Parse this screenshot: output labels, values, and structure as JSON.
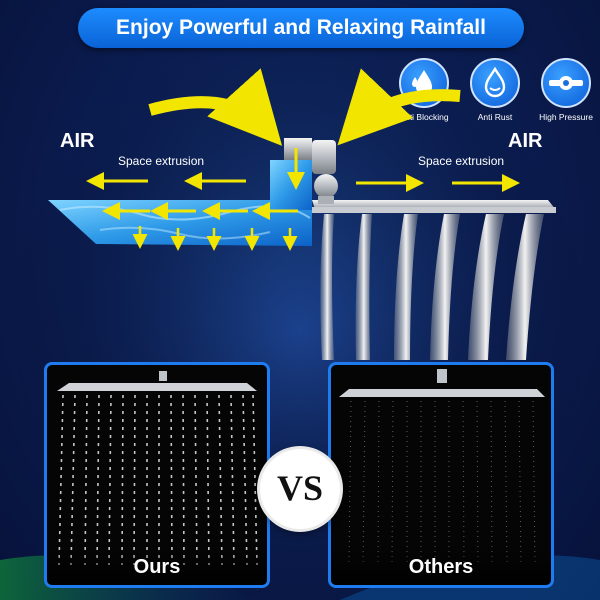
{
  "banner": {
    "title": "Enjoy Powerful and Relaxing Rainfall"
  },
  "features": [
    {
      "label": "Anti Blocking",
      "icon": "water-drops-icon"
    },
    {
      "label": "Anti Rust",
      "icon": "water-drop-shield-icon"
    },
    {
      "label": "High Pressure",
      "icon": "pipe-icon"
    }
  ],
  "diagram": {
    "air_left": "AIR",
    "air_right": "AIR",
    "space_left": "Space extrusion",
    "space_right": "Space extrusion"
  },
  "comparison": {
    "left_label": "Ours",
    "right_label": "Others",
    "vs_label": "VS"
  },
  "colors": {
    "accent_blue": "#1a86ff",
    "arrow_yellow": "#f2e600",
    "background": "#0b1d52"
  }
}
